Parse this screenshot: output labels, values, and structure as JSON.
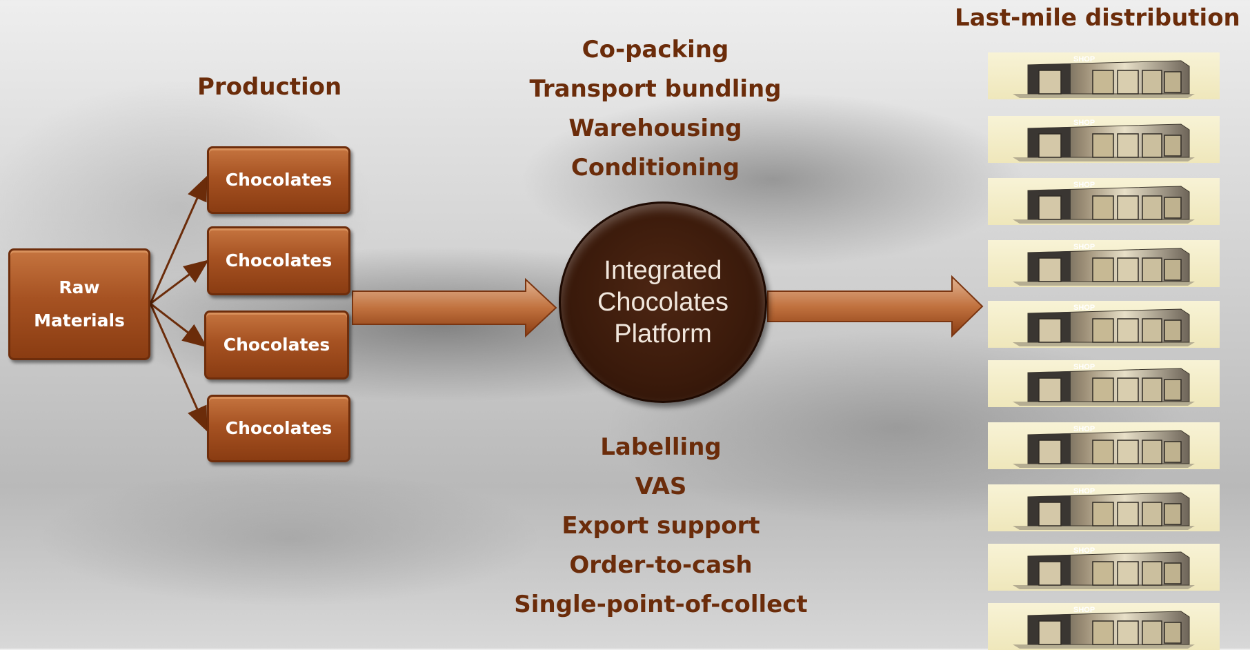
{
  "headings": {
    "production": "Production",
    "last_mile": "Last-mile distribution"
  },
  "raw_materials": {
    "line1": "Raw",
    "line2": "Materials"
  },
  "production_items": [
    "Chocolates",
    "Chocolates",
    "Chocolates",
    "Chocolates"
  ],
  "platform": {
    "line1": "Integrated",
    "line2": "Chocolates",
    "line3": "Platform"
  },
  "services_top": [
    "Co-packing",
    "Transport bundling",
    "Warehousing",
    "Conditioning"
  ],
  "services_bottom": [
    "Labelling",
    "VAS",
    "Export support",
    "Order-to-cash",
    "Single-point-of-collect"
  ],
  "shop_sign": "SHOP",
  "shop_count": 10,
  "colors": {
    "accent_text": "#6b2c0a",
    "box_fill": "#a65222",
    "platform_fill": "#3a1a0b",
    "shop_bg": "#f5efcc"
  }
}
